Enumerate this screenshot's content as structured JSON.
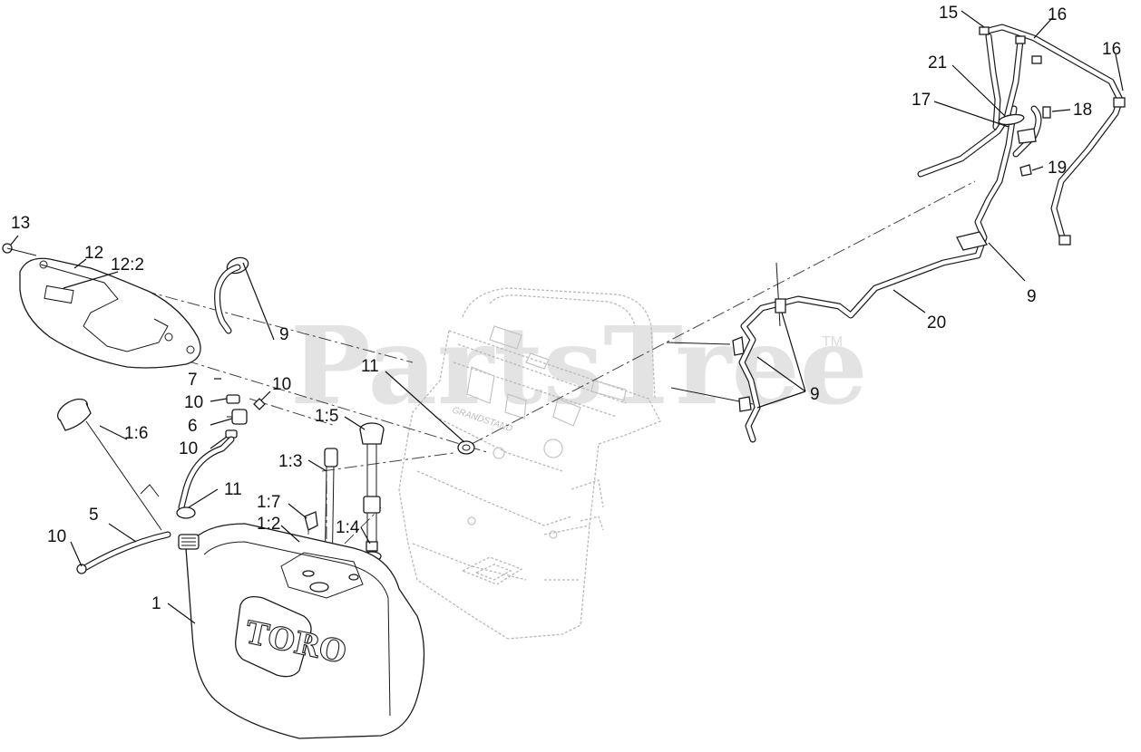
{
  "watermark": {
    "text": "PartsTree",
    "tm": "TM"
  },
  "tank_brand": "TORO",
  "frame_brand": "GRANDSTAND",
  "callouts": {
    "c13": "13",
    "c12": "12",
    "c12_2": "12:2",
    "c9a": "9",
    "c7": "7",
    "c10a": "10",
    "c10b": "10",
    "c6": "6",
    "c10c": "10",
    "c11a": "11",
    "c1_6": "1:6",
    "c11b": "11",
    "c5": "5",
    "c10d": "10",
    "c1_5": "1:5",
    "c1_3": "1:3",
    "c1_7": "1:7",
    "c1_2": "1:2",
    "c1_4": "1:4",
    "c1": "1",
    "c15": "15",
    "c16a": "16",
    "c16b": "16",
    "c21": "21",
    "c17": "17",
    "c18": "18",
    "c19": "19",
    "c9b": "9",
    "c20": "20",
    "c9c": "9"
  }
}
